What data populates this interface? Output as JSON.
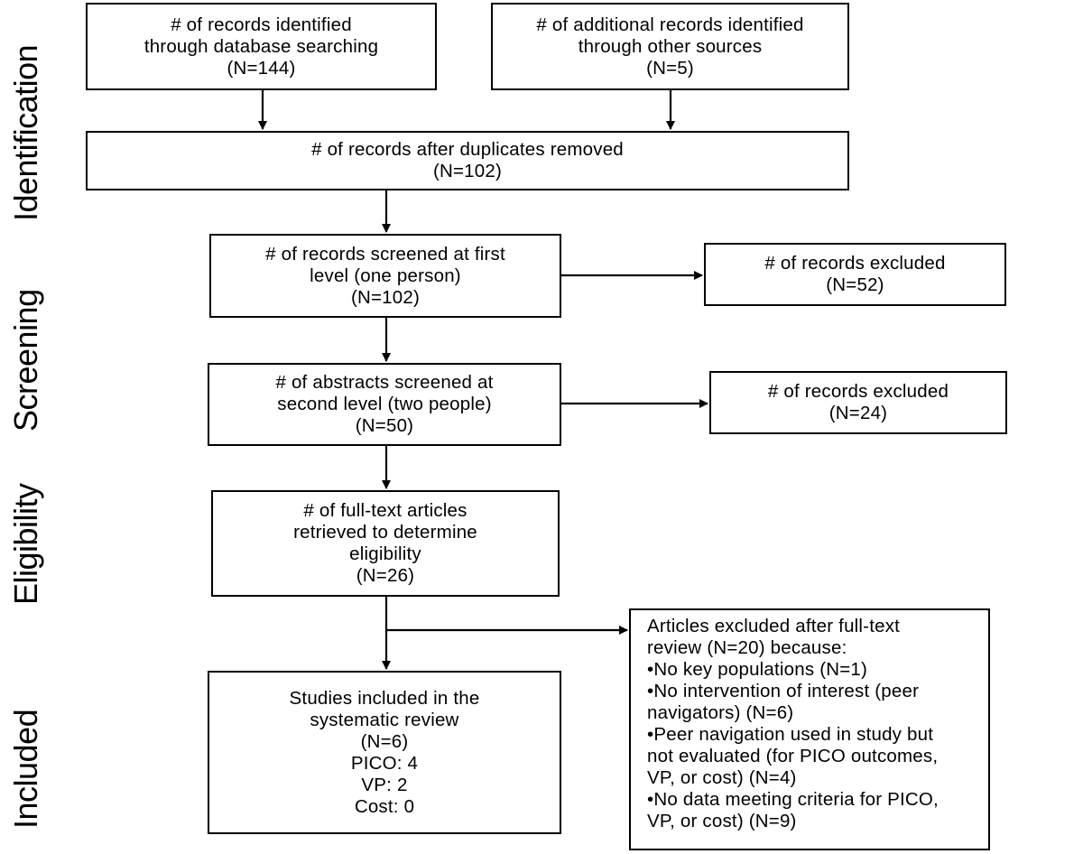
{
  "stages": {
    "identification": "Identification",
    "screening": "Screening",
    "eligibility": "Eligibility",
    "included": "Included"
  },
  "boxes": {
    "database_search": {
      "lines": [
        "# of records identified",
        "through database searching",
        "(N=144)"
      ]
    },
    "other_sources": {
      "lines": [
        "# of additional records identified",
        "through other sources",
        "(N=5)"
      ]
    },
    "duplicates_removed": {
      "lines": [
        "# of records after duplicates removed",
        "(N=102)"
      ]
    },
    "first_level_screen": {
      "lines": [
        "# of records screened at first",
        "level (one person)",
        "(N=102)"
      ]
    },
    "first_level_excluded": {
      "lines": [
        "# of records excluded",
        "(N=52)"
      ]
    },
    "second_level_screen": {
      "lines": [
        "# of abstracts screened at",
        "second level (two people)",
        "(N=50)"
      ]
    },
    "second_level_excluded": {
      "lines": [
        "# of records excluded",
        "(N=24)"
      ]
    },
    "full_text": {
      "lines": [
        "# of full-text articles",
        "retrieved to determine",
        "eligibility",
        "(N=26)"
      ]
    },
    "included_studies": {
      "lines": [
        "Studies included in the",
        "systematic review",
        "(N=6)",
        "PICO: 4",
        "VP: 2",
        "Cost: 0"
      ]
    },
    "full_text_excluded": {
      "lines": [
        "Articles excluded after full-text",
        "review (N=20) because:",
        "•No key populations (N=1)",
        "•No intervention of interest (peer",
        "navigators) (N=6)",
        "•Peer navigation used in study but",
        "not evaluated (for PICO outcomes,",
        "VP, or cost) (N=4)",
        "•No data meeting criteria for PICO,",
        "VP, or cost) (N=9)"
      ]
    }
  },
  "colors": {
    "stroke": "#000000",
    "background": "#ffffff",
    "text": "#000000"
  }
}
